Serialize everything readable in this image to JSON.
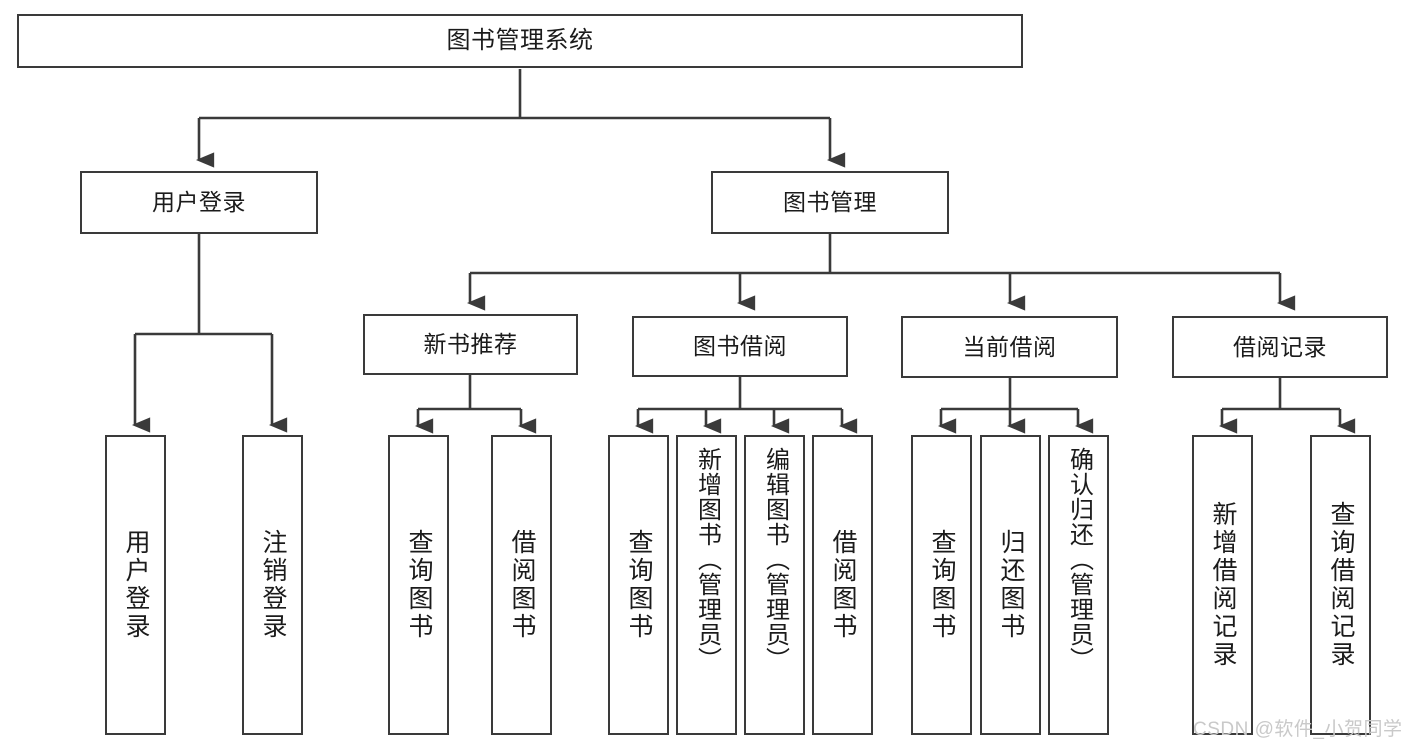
{
  "diagram": {
    "title": "图书管理系统",
    "type": "hierarchy-tree",
    "root": {
      "id": "root",
      "label": "图书管理系统"
    },
    "level2": [
      {
        "id": "user-login",
        "label": "用户登录"
      },
      {
        "id": "book-manage",
        "label": "图书管理"
      }
    ],
    "level3": [
      {
        "id": "new-book-recommend",
        "label": "新书推荐"
      },
      {
        "id": "book-borrow",
        "label": "图书借阅"
      },
      {
        "id": "current-borrow",
        "label": "当前借阅"
      },
      {
        "id": "borrow-record",
        "label": "借阅记录"
      }
    ],
    "leaves": {
      "user_login": [
        {
          "id": "leaf-user-login",
          "label": "用户登录"
        },
        {
          "id": "leaf-logout-login",
          "label": "注销登录"
        }
      ],
      "new_book_recommend": [
        {
          "id": "leaf-query-book-1",
          "label": "查询图书"
        },
        {
          "id": "leaf-borrow-book-1",
          "label": "借阅图书"
        }
      ],
      "book_borrow": [
        {
          "id": "leaf-query-book-2",
          "label": "查询图书"
        },
        {
          "id": "leaf-add-book",
          "label": "新增图书（管理员）"
        },
        {
          "id": "leaf-edit-book",
          "label": "编辑图书（管理员）"
        },
        {
          "id": "leaf-borrow-book-2",
          "label": "借阅图书"
        }
      ],
      "current_borrow": [
        {
          "id": "leaf-query-book-3",
          "label": "查询图书"
        },
        {
          "id": "leaf-return-book",
          "label": "归还图书"
        },
        {
          "id": "leaf-confirm-return",
          "label": "确认归还（管理员）"
        }
      ],
      "borrow_record": [
        {
          "id": "leaf-add-record",
          "label": "新增借阅记录"
        },
        {
          "id": "leaf-query-record",
          "label": "查询借阅记录"
        }
      ]
    }
  },
  "watermark": {
    "text": "CSDN @软件_小贺同学"
  },
  "colors": {
    "stroke": "#3a3a3a",
    "text": "#1b1b1b",
    "background": "#ffffff",
    "watermark": "#c9c9c9"
  }
}
